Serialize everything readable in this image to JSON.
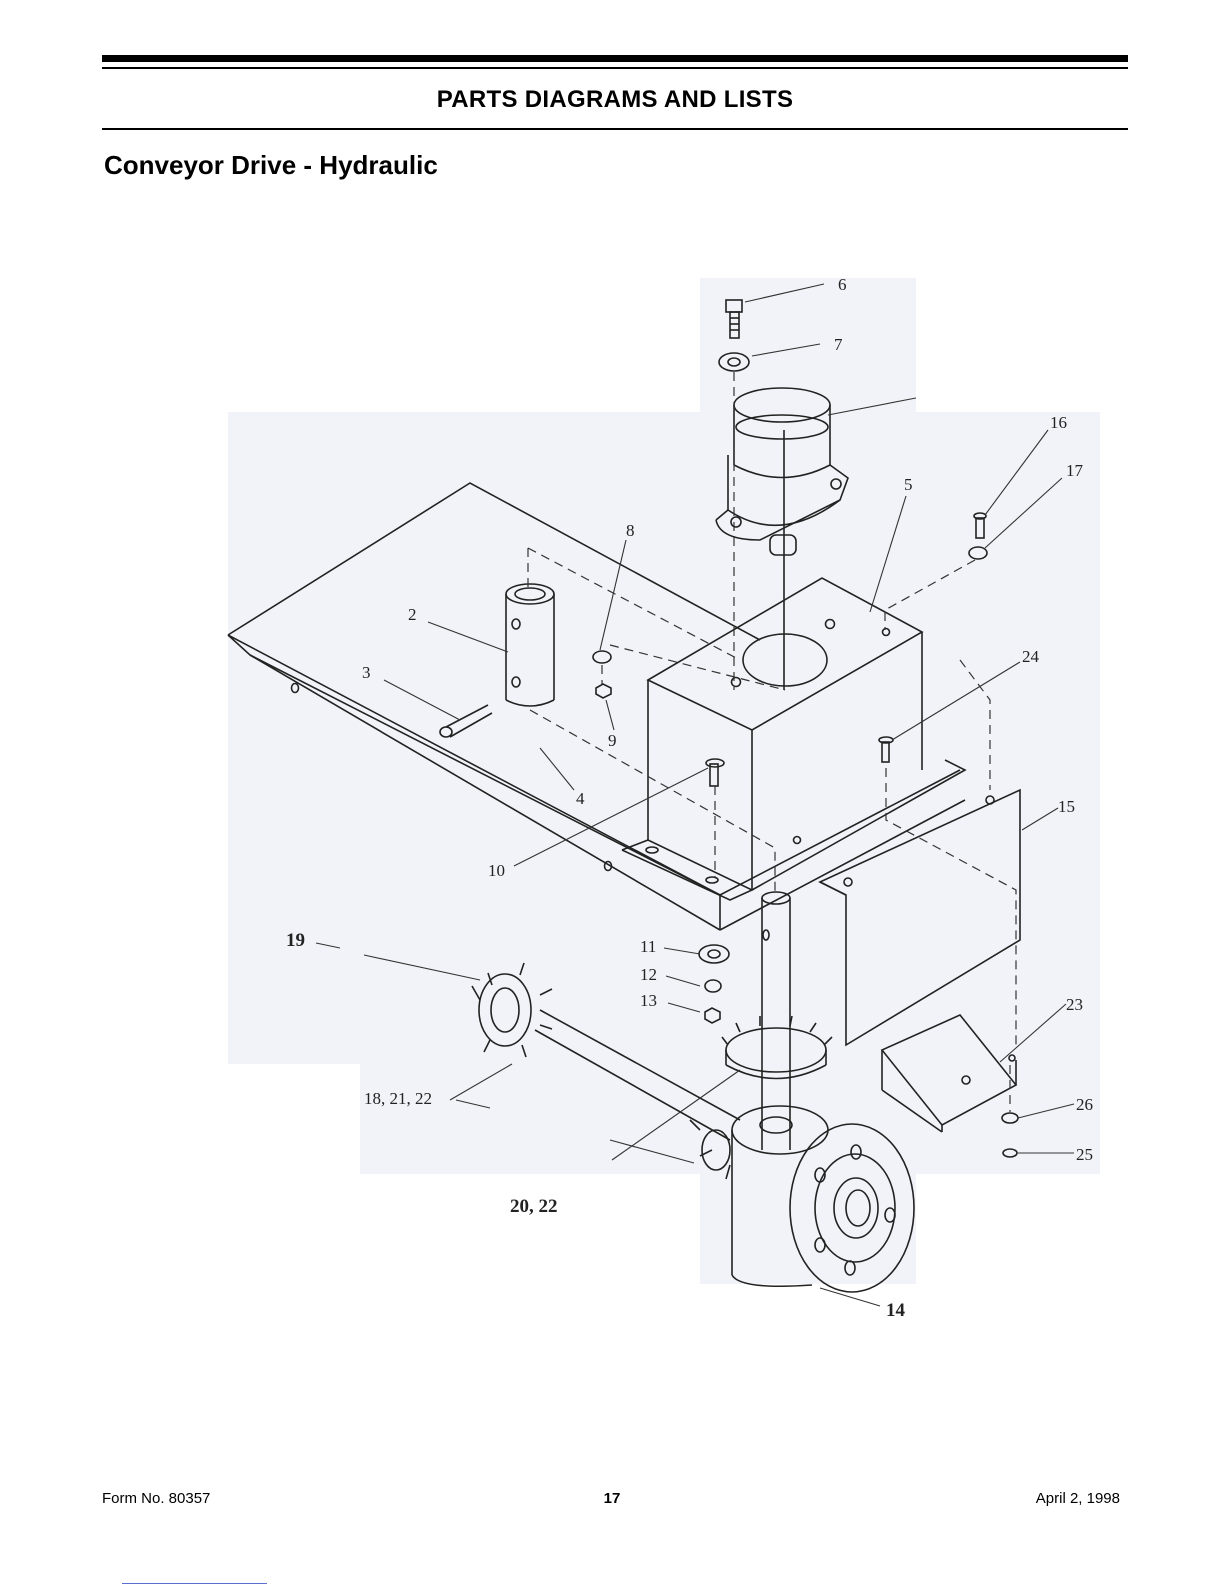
{
  "header": {
    "title": "PARTS DIAGRAMS AND LISTS"
  },
  "section": {
    "title": "Conveyor Drive - Hydraulic"
  },
  "diagram": {
    "callouts": {
      "c6": "6",
      "c7": "7",
      "c16": "16",
      "c17": "17",
      "c5": "5",
      "c8": "8",
      "c2": "2",
      "c3": "3",
      "c24": "24",
      "c9": "9",
      "c4": "4",
      "c15": "15",
      "c10": "10",
      "c19": "19",
      "c11": "11",
      "c12": "12",
      "c13": "13",
      "c23": "23",
      "c182122": "18, 21, 22",
      "c26": "26",
      "c25": "25",
      "c2022": "20, 22",
      "c14": "14"
    }
  },
  "footer": {
    "form": "Form No. 80357",
    "page": "17",
    "date": "April 2, 1998"
  }
}
